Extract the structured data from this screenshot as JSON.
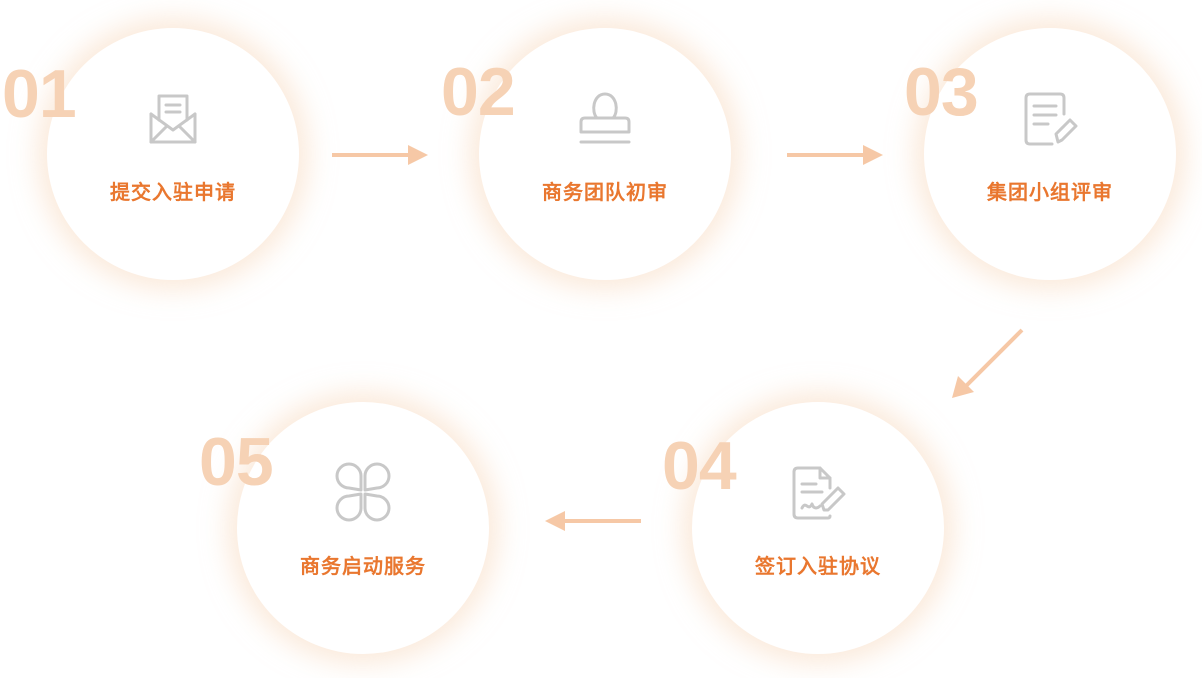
{
  "steps": [
    {
      "number": "01",
      "label": "提交入驻申请",
      "icon": "envelope-icon"
    },
    {
      "number": "02",
      "label": "商务团队初审",
      "icon": "stamp-icon"
    },
    {
      "number": "03",
      "label": "集团小组评审",
      "icon": "edit-document-icon"
    },
    {
      "number": "04",
      "label": "签订入驻协议",
      "icon": "sign-document-icon"
    },
    {
      "number": "05",
      "label": "商务启动服务",
      "icon": "clover-icon"
    }
  ],
  "colors": {
    "number": "#f6d2b5",
    "label": "#e9772f",
    "arrow": "#f6c8a6",
    "icon": "#c8c8c8",
    "glow": "#f7d8be"
  }
}
